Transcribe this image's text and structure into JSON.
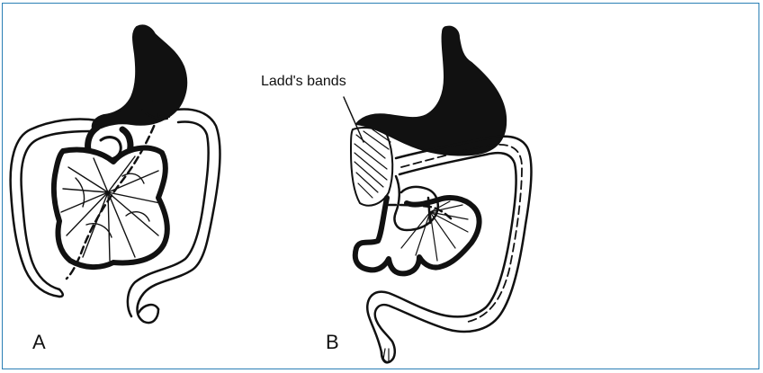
{
  "figure": {
    "panels": [
      {
        "label": "A"
      },
      {
        "label": "B",
        "annotation": "Ladd's bands"
      }
    ],
    "colors": {
      "frame": "#2a7fb5",
      "ink": "#111111",
      "background": "#ffffff"
    }
  }
}
